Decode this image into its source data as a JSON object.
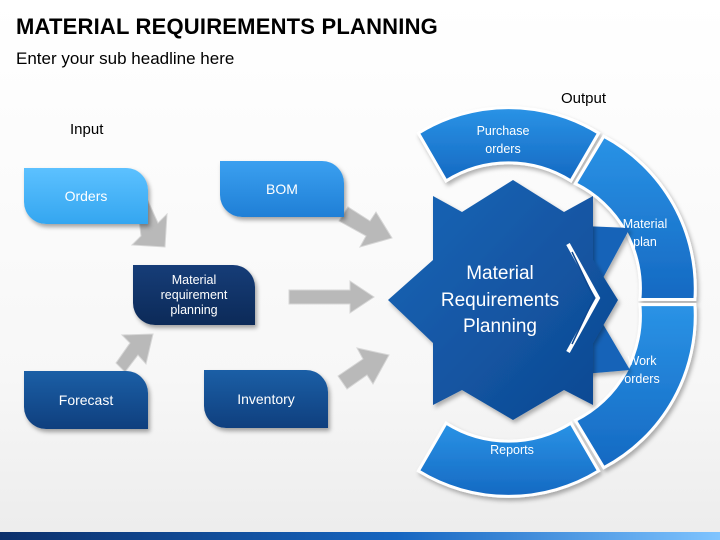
{
  "title": "MATERIAL REQUIREMENTS PLANNING",
  "subtitle": "Enter your sub headline here",
  "labels": {
    "input": "Input",
    "output": "Output"
  },
  "inputs": {
    "orders": "Orders",
    "bom": "BOM",
    "forecast": "Forecast",
    "inventory": "Inventory",
    "mrp_line1": "Material",
    "mrp_line2": "requirement",
    "mrp_line3": "planning"
  },
  "center": {
    "line1": "Material",
    "line2": "Requirements",
    "line3": "Planning"
  },
  "outputs": {
    "purchase_line1": "Purchase",
    "purchase_line2": "orders",
    "material_line1": "Material",
    "material_line2": "plan",
    "work_line1": "Work",
    "work_line2": "orders",
    "reports": "Reports"
  },
  "colors": {
    "arc": "#1a7fd4",
    "hexagon": "#1159a8",
    "arrow": "#b8b8b8"
  }
}
